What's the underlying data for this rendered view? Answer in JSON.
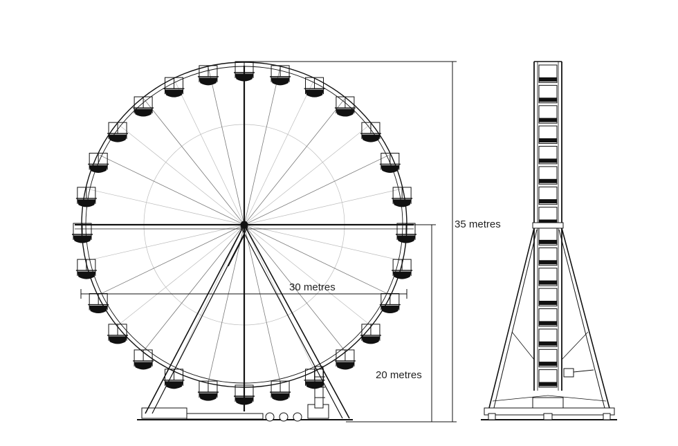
{
  "dimensions": {
    "height_total": "35 metres",
    "diameter": "30 metres",
    "axle_height": "20 metres"
  },
  "colors": {
    "line": "#111111",
    "spoke": "#777777",
    "background": "#ffffff"
  },
  "gondola_count": 28
}
